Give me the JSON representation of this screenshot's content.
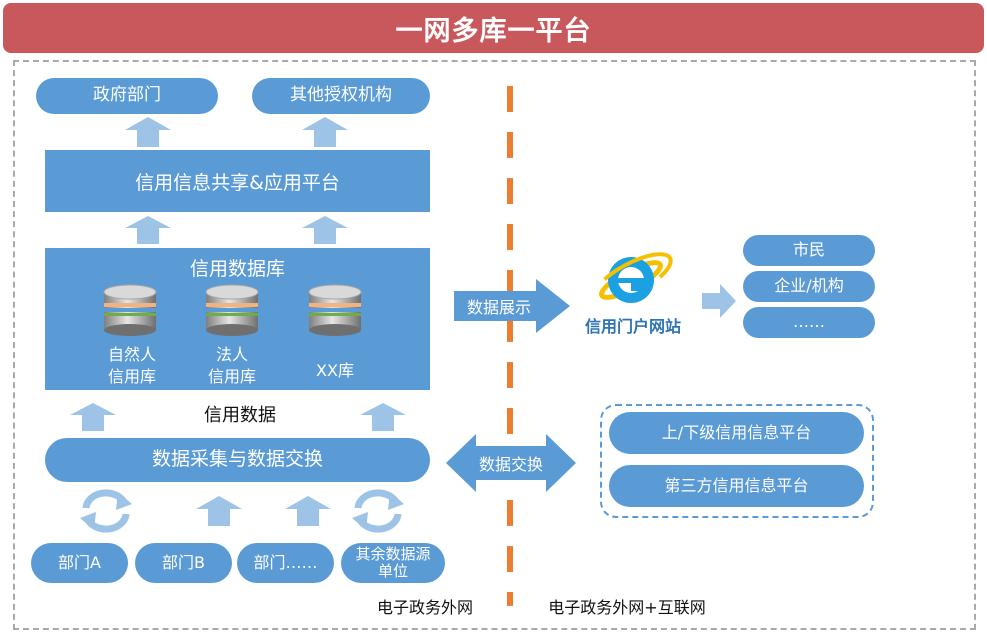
{
  "title": "一网多库一平台",
  "consumers": {
    "gov": "政府部门",
    "other": "其他授权机构"
  },
  "platform": "信用信息共享&应用平台",
  "database": {
    "title": "信用数据库",
    "items": [
      {
        "line1": "自然人",
        "line2": "信用库"
      },
      {
        "line1": "法人",
        "line2": "信用库"
      },
      {
        "line1": "XX库",
        "line2": ""
      }
    ]
  },
  "credit_data": "信用数据",
  "collection": "数据采集与数据交换",
  "sources": {
    "a": "部门A",
    "b": "部门B",
    "c": "部门……",
    "d_line1": "其余数据源",
    "d_line2": "单位"
  },
  "network_left": "电子政务外网",
  "network_right": "电子政务外网+互联网",
  "display_arrow": "数据展示",
  "portal": "信用门户网站",
  "public": [
    "市民",
    "企业/机构",
    "……"
  ],
  "exchange_arrow": "数据交换",
  "external": [
    "上/下级信用信息平台",
    "第三方信用信息平台"
  ],
  "colors": {
    "title_bg": "#c9585c",
    "box_blue": "#5b9bd5",
    "arrow_light": "#9dc3e6",
    "divider": "#ed7d31",
    "portal_text": "#2e74b5"
  }
}
